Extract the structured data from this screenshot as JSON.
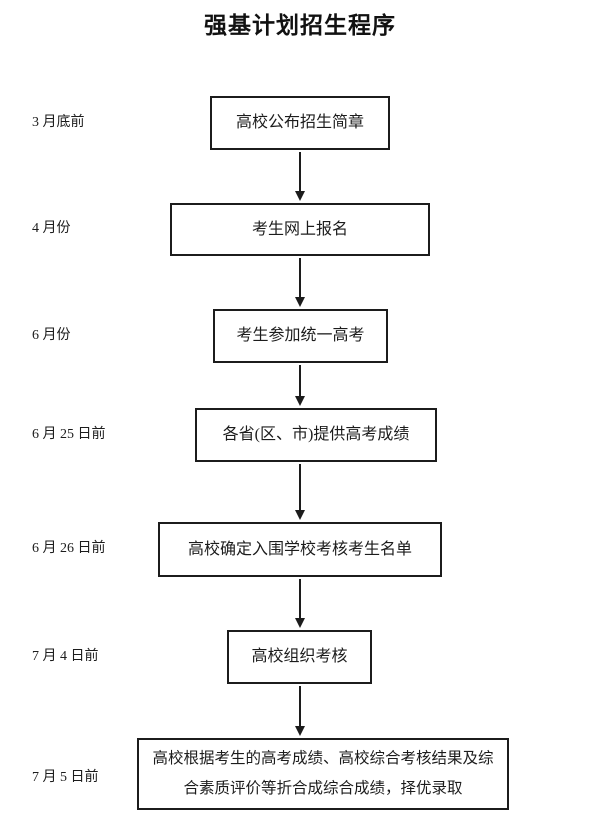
{
  "page": {
    "title": "强基计划招生程序",
    "background_color": "#ffffff",
    "line_color": "#1c1c1c"
  },
  "flowchart": {
    "steps": [
      {
        "date": "3 月底前",
        "label": "高校公布招生简章"
      },
      {
        "date": "4 月份",
        "label": "考生网上报名"
      },
      {
        "date": "6 月份",
        "label": "考生参加统一高考"
      },
      {
        "date": "6 月 25 日前",
        "label": "各省(区、市)提供高考成绩"
      },
      {
        "date": "6 月 26 日前",
        "label": "高校确定入围学校考核考生名单"
      },
      {
        "date": "7 月 4 日前",
        "label": "高校组织考核"
      },
      {
        "date": "7 月 5 日前",
        "label": "高校根据考生的高考成绩、高校综合考核结果及综合素质评价等折合成综合成绩，择优录取"
      }
    ]
  }
}
